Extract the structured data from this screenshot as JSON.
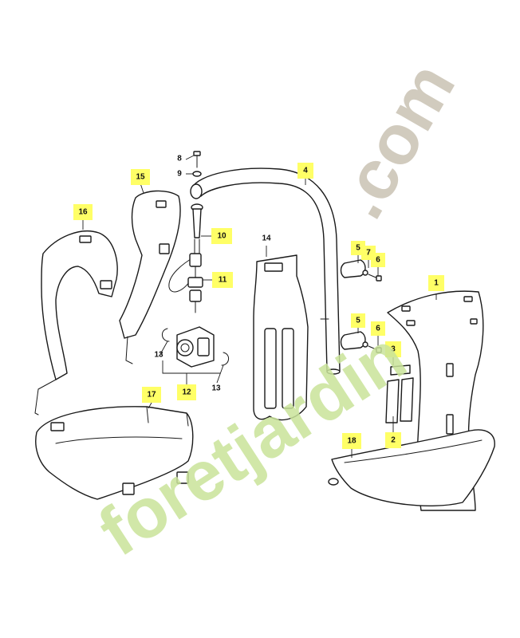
{
  "watermark": {
    "green_text": "foretjardin",
    "grey_text": ".com",
    "green_color": "#c9e39a",
    "grey_color": "#cdc6b8"
  },
  "callout_color": "#ffff66",
  "callouts": [
    {
      "id": "c1",
      "label": "1",
      "highlighted": true
    },
    {
      "id": "c2",
      "label": "2",
      "highlighted": true
    },
    {
      "id": "c3",
      "label": "3",
      "highlighted": true
    },
    {
      "id": "c4",
      "label": "4",
      "highlighted": true
    },
    {
      "id": "c5a",
      "label": "5",
      "highlighted": true
    },
    {
      "id": "c5b",
      "label": "5",
      "highlighted": true
    },
    {
      "id": "c6a",
      "label": "6",
      "highlighted": true
    },
    {
      "id": "c6b",
      "label": "6",
      "highlighted": true
    },
    {
      "id": "c7",
      "label": "7",
      "highlighted": true
    },
    {
      "id": "c8",
      "label": "8",
      "highlighted": false
    },
    {
      "id": "c9",
      "label": "9",
      "highlighted": false
    },
    {
      "id": "c10",
      "label": "10",
      "highlighted": true
    },
    {
      "id": "c11",
      "label": "11",
      "highlighted": true
    },
    {
      "id": "c12",
      "label": "12",
      "highlighted": true
    },
    {
      "id": "c13a",
      "label": "13",
      "highlighted": false
    },
    {
      "id": "c13b",
      "label": "13",
      "highlighted": false
    },
    {
      "id": "c14",
      "label": "14",
      "highlighted": false
    },
    {
      "id": "c15",
      "label": "15",
      "highlighted": true
    },
    {
      "id": "c16",
      "label": "16",
      "highlighted": true
    },
    {
      "id": "c17",
      "label": "17",
      "highlighted": true
    },
    {
      "id": "c18",
      "label": "18",
      "highlighted": true
    }
  ]
}
